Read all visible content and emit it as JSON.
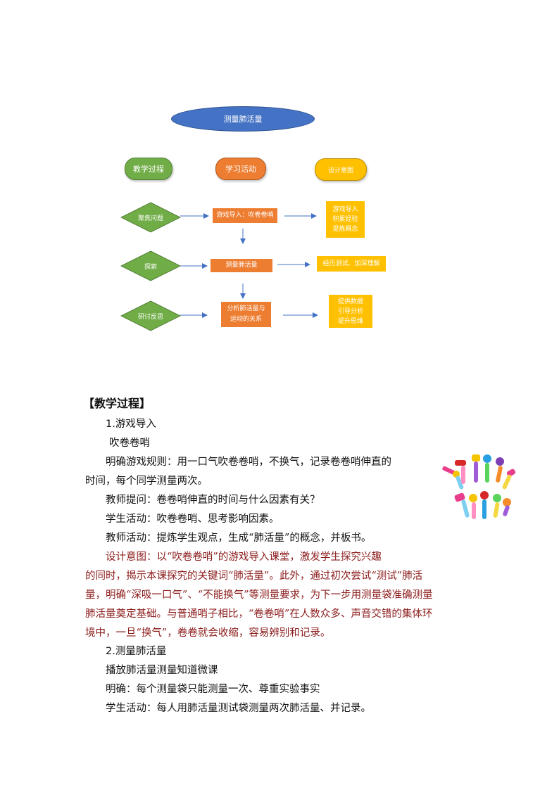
{
  "flowchart": {
    "title": "测量肺活量",
    "columns": {
      "process": "教学过程",
      "activity": "学习活动",
      "intent": "设计意图"
    },
    "rows": [
      {
        "stage": "聚焦问题",
        "activity": "游戏导入：吹卷卷哨",
        "intent_lines": [
          "游戏导入",
          "积累经验",
          "提炼概念"
        ]
      },
      {
        "stage": "探索",
        "activity": "测量肺活量",
        "intent_lines": [
          "经历测试、加深理解"
        ]
      },
      {
        "stage": "研讨反思",
        "activity_lines": [
          "分析肺活量与",
          "运动的关系"
        ],
        "intent_lines": [
          "提供数据",
          "引导分析",
          "提升思维"
        ]
      }
    ]
  },
  "doc": {
    "section_heading": "【教学过程】",
    "s1_title": "1.游戏导入",
    "s1_sub": "吹卷卷哨",
    "p_rule_1": "明确游戏规则：用一口气吹卷卷哨，不换气，记录卷卷哨伸直的",
    "p_rule_2": "时间，每个同学测量两次。",
    "p_teacher_q": "教师提问：卷卷哨伸直的时间与什么因素有关？",
    "p_student": "学生活动：吹卷卷哨、思考影响因素。",
    "p_teacher_act": "教师活动：提炼学生观点，生成“肺活量”的概念，并板书。",
    "design_1": "设计意图：以“吹卷卷哨”的游戏导入课堂，激发学生探究兴趣",
    "design_2": "的同时，揭示本课探究的关键词“肺活量”。此外，通过初次尝试“测试”肺活",
    "design_3": "量，明确“深吸一口气”、“不能换气”等测量要求，为下一步用测量袋准确测量",
    "design_4": "肺活量奠定基础。与普通哨子相比，“卷卷哨”在人数众多、声音交错的集体环",
    "design_5": "境中，一旦“换气”，卷卷就会收缩，容易辨别和记录。",
    "s2_title": "2.测量肺活量",
    "s2_line1": "播放肺活量测量知道微课",
    "s2_line2": "明确：每个测量袋只能测量一次、尊重实验事实",
    "s2_line3": "学生活动：每人用肺活量测试袋测量两次肺活量、并记录。"
  },
  "colors": {
    "blue": "#4472c4",
    "green": "#70ad47",
    "orange": "#ed7d31",
    "yellow": "#ffc000",
    "design_red": "#8b1a1a"
  }
}
